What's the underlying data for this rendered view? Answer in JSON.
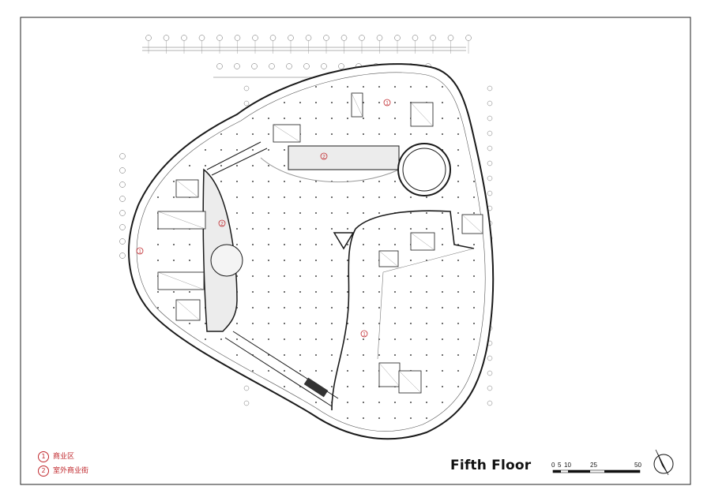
{
  "plan_title": "Fifth Floor",
  "legend": [
    {
      "number": "1",
      "label": "商业区"
    },
    {
      "number": "2",
      "label": "室外商业街"
    }
  ],
  "zone_markers": [
    "1",
    "2",
    "2",
    "1",
    "1"
  ],
  "scale_bar": {
    "labels": [
      "0",
      "5",
      "10",
      "25",
      "50"
    ]
  },
  "colors": {
    "accent_red": "#c0282d",
    "line": "#1a1a1a",
    "fill_grey": "#ececec"
  },
  "icons": {
    "north_arrow": "north-arrow-icon"
  }
}
